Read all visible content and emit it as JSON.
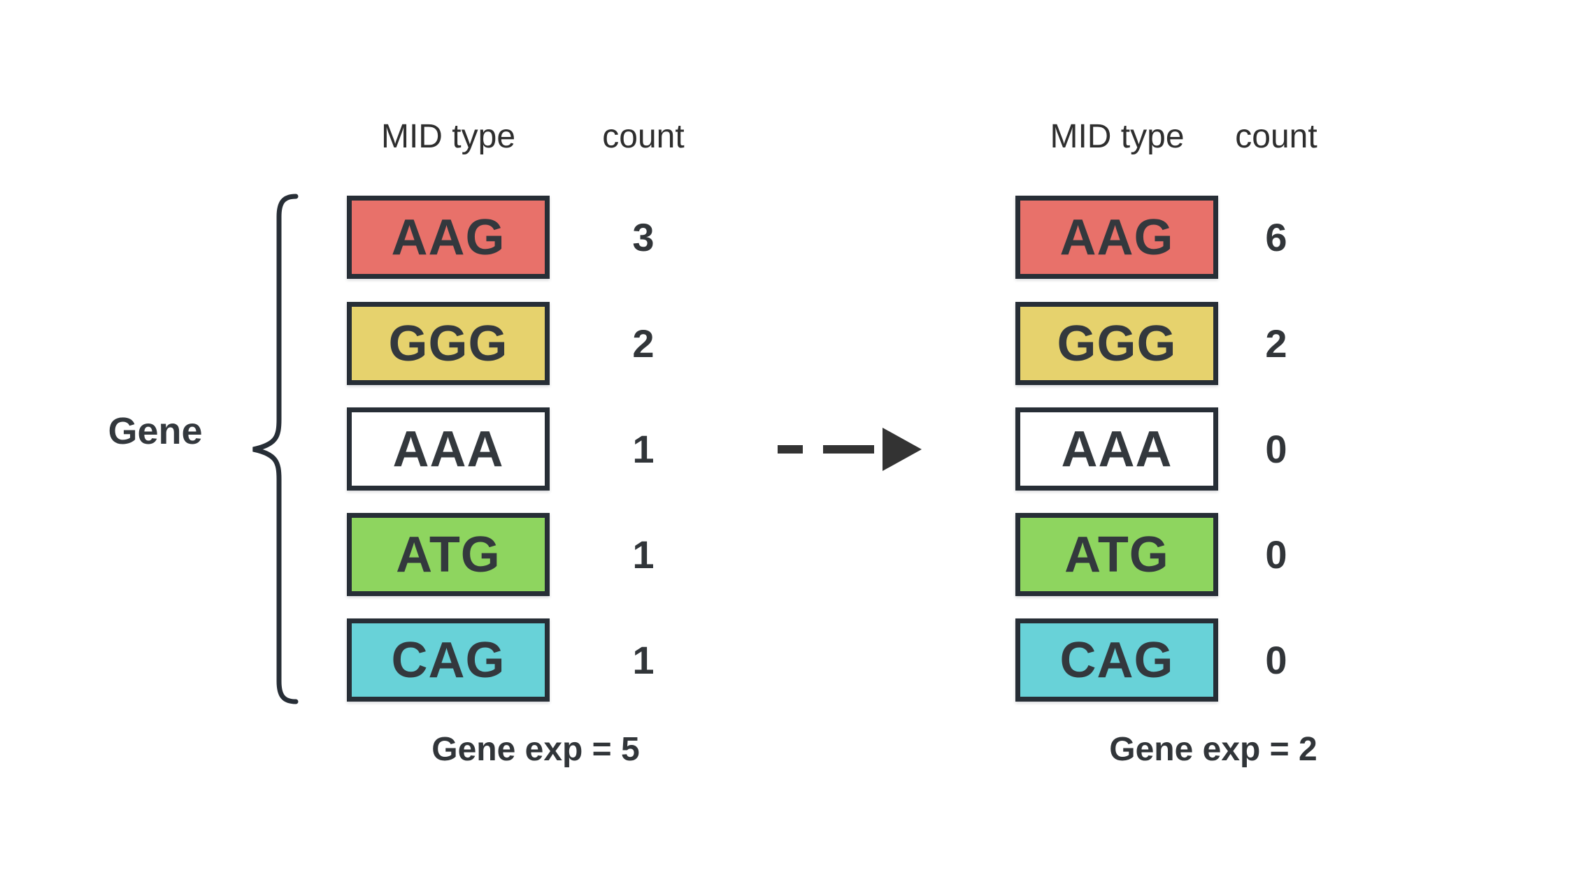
{
  "diagram": {
    "gene_label": "Gene",
    "before": {
      "headers": {
        "mid_type": "MID type",
        "count": "count"
      },
      "rows": [
        {
          "mid": "AAG",
          "count": "3",
          "color": "#e8716a"
        },
        {
          "mid": "GGG",
          "count": "2",
          "color": "#e6d26d"
        },
        {
          "mid": "AAA",
          "count": "1",
          "color": "#ffffff"
        },
        {
          "mid": "ATG",
          "count": "1",
          "color": "#8ed55f"
        },
        {
          "mid": "CAG",
          "count": "1",
          "color": "#68d2d8"
        }
      ],
      "gene_exp": "Gene exp = 5"
    },
    "after": {
      "headers": {
        "mid_type": "MID type",
        "count": "count"
      },
      "rows": [
        {
          "mid": "AAG",
          "count": "6",
          "color": "#e8716a"
        },
        {
          "mid": "GGG",
          "count": "2",
          "color": "#e6d26d"
        },
        {
          "mid": "AAA",
          "count": "0",
          "color": "#ffffff"
        },
        {
          "mid": "ATG",
          "count": "0",
          "color": "#8ed55f"
        },
        {
          "mid": "CAG",
          "count": "0",
          "color": "#68d2d8"
        }
      ],
      "gene_exp": "Gene exp = 2"
    },
    "colors": {
      "outline": "#272e36",
      "arrow": "#333333"
    }
  }
}
